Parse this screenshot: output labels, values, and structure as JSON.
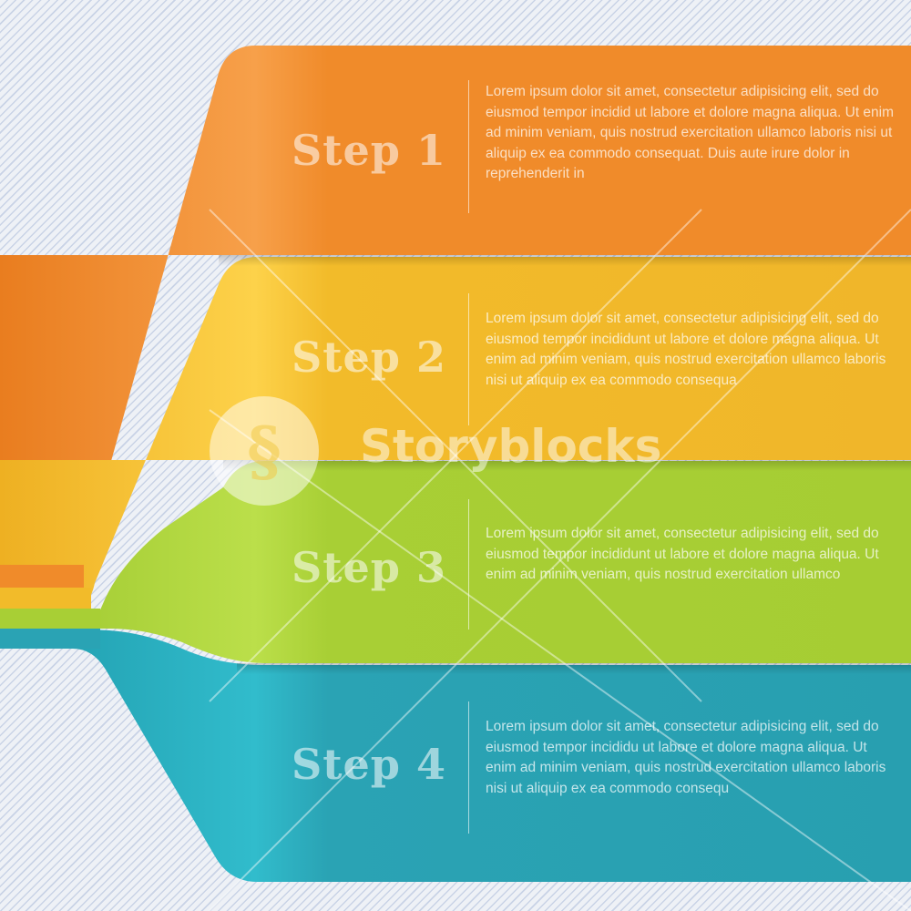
{
  "steps": [
    {
      "title": "Step 1",
      "color": "#f08b2a",
      "text": "Lorem ipsum dolor sit amet, consectetur adipisicing elit, sed do eiusmod tempor incidid ut labore et dolore magna aliqua. Ut enim ad minim veniam, quis nostrud exercitation ullamco laboris nisi ut aliquip ex ea commodo consequat. Duis aute irure dolor in reprehenderit in"
    },
    {
      "title": "Step 2",
      "color": "#f2bb2a",
      "text": "Lorem ipsum dolor sit amet, consectetur adipisicing elit, sed do eiusmod tempor incididunt ut labore et dolore magna aliqua. Ut enim ad minim veniam, quis nostrud exercitation ullamco laboris nisi ut aliquip ex ea commodo consequa"
    },
    {
      "title": "Step 3",
      "color": "#a8cf35",
      "text": "Lorem ipsum dolor sit amet, consectetur adipisicing elit, sed do eiusmod tempor incididunt ut labore et dolore magna aliqua. Ut enim ad minim veniam, quis nostrud exercitation ullamco"
    },
    {
      "title": "Step 4",
      "color": "#2aa3b4",
      "text": "Lorem ipsum dolor sit amet, consectetur adipisicing elit, sed do eiusmod tempor incididu ut labore et dolore magna aliqua. Ut enim ad minim veniam, quis nostrud exercitation ullamco laboris nisi ut aliquip ex ea commodo consequ"
    }
  ],
  "watermark": {
    "brand": "Storyblocks",
    "logo_icon": "storyblocks-logo-icon"
  }
}
